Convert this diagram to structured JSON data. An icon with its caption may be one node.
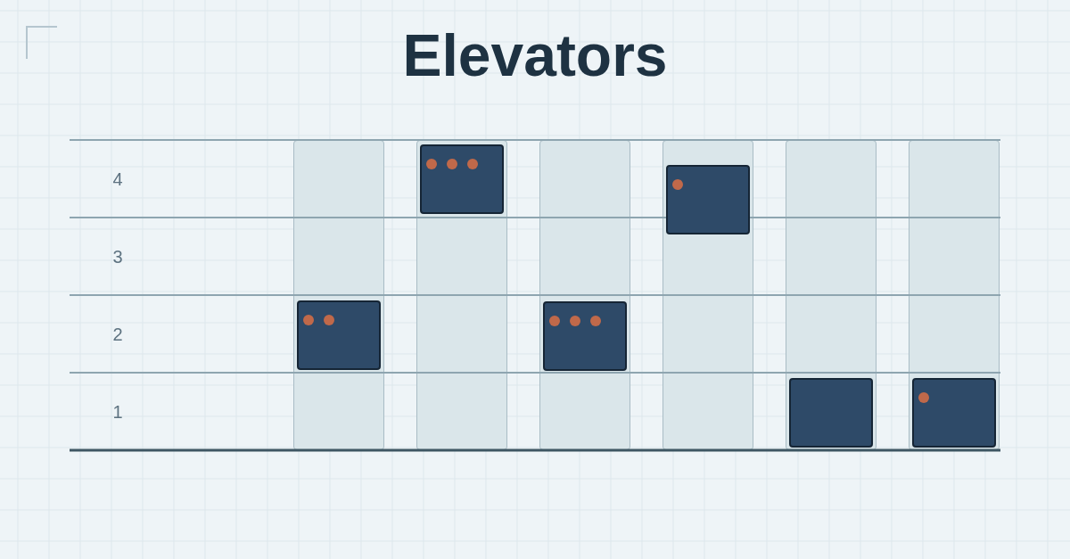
{
  "diagram": {
    "title": "Elevators",
    "nodes": [
      {
        "text": [],
        "shape": "box"
      },
      {
        "text": [],
        "shape": "box"
      },
      {
        "text": [],
        "shape": "box"
      },
      {
        "text": [],
        "shape": "box"
      },
      {
        "text": [],
        "shape": "box"
      },
      {
        "text": [],
        "shape": "box"
      },
      {
        "text": [],
        "shape": "box",
        "in": 0
      },
      {
        "text": [],
        "shape": "box",
        "in": 1
      },
      {
        "text": [],
        "shape": "box",
        "in": 2
      },
      {
        "text": [],
        "shape": "box",
        "in": 3
      },
      {
        "text": [],
        "shape": "box",
        "in": 4
      },
      {
        "text": [],
        "shape": "box",
        "in": 5
      }
    ],
    "labels": [
      "4",
      "3",
      "2",
      "1"
    ]
  }
}
